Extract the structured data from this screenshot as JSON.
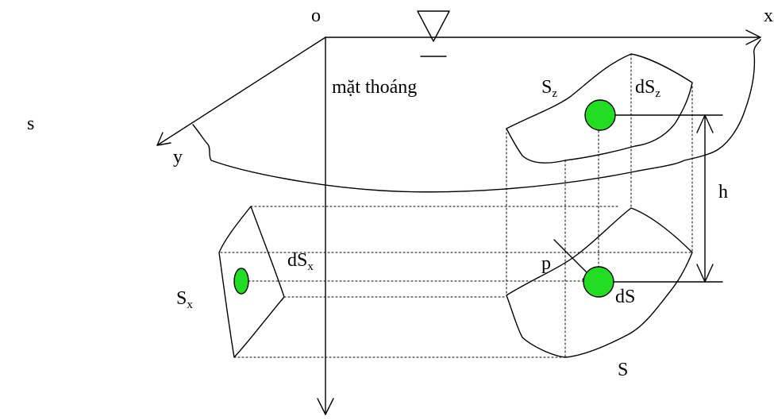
{
  "labels": {
    "stray": "s",
    "origin": "o",
    "x_axis": "x",
    "y_axis": "y",
    "free_surface": "mặt thoáng",
    "sz_main": "S",
    "sz_sub": "z",
    "dsz_main": "dS",
    "dsz_sub": "z",
    "dsx_main": "dS",
    "dsx_sub": "x",
    "sx_main": "S",
    "sx_sub": "x",
    "h": "h",
    "p": "p",
    "ds": "dS",
    "s_surface": "S"
  },
  "colors": {
    "line": "#000000",
    "element_fill": "#22dd22",
    "background": "#ffffff"
  }
}
